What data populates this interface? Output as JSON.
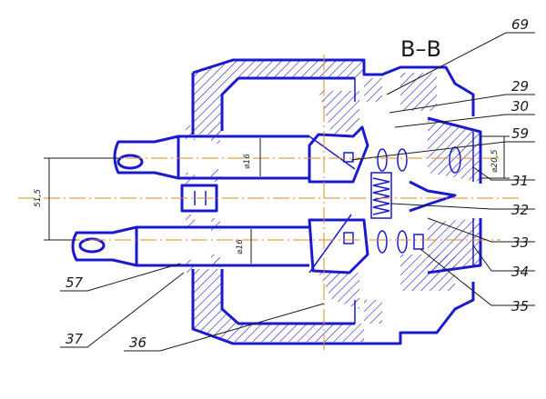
{
  "section_title": "В–В",
  "callouts": [
    {
      "label": "69"
    },
    {
      "label": "29"
    },
    {
      "label": "30"
    },
    {
      "label": "59"
    },
    {
      "label": "31"
    },
    {
      "label": "32"
    },
    {
      "label": "33"
    },
    {
      "label": "34"
    },
    {
      "label": "35"
    },
    {
      "label": "36"
    },
    {
      "label": "37"
    },
    {
      "label": "57"
    }
  ],
  "dimensions": {
    "upper_shaft_dia": "⌀16",
    "lower_shaft_dia": "⌀16",
    "nozzle_dia": "⌀20,5",
    "axis_spacing": "51,5"
  },
  "colors": {
    "outline": "#1a1acc",
    "center_line": "#e08a1e",
    "annotation": "#1a1a1a"
  }
}
